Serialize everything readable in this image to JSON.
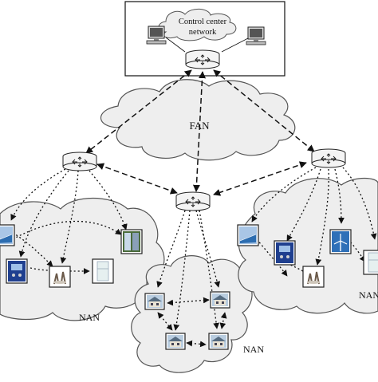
{
  "labels": {
    "control_center_line1": "Control center",
    "control_center_line2": "network",
    "fan": "FAN",
    "nan_left": "NAN",
    "nan_bottom": "NAN",
    "nan_right": "NAN"
  },
  "colors": {
    "cloud_fill": "#eeeeee",
    "cloud_stroke": "#555555",
    "router_fill": "#f4f4f4",
    "line": "#111111",
    "solar_panel": "#2b6cb0",
    "meter_blue": "#1f3f8f",
    "building_green": "#4a6b3a"
  },
  "icons": {
    "router": "router-icon",
    "computer": "computer-icon",
    "solar": "solar-panel-icon",
    "meter": "smart-meter-icon",
    "house": "house-icon",
    "wind": "wind-turbine-icon",
    "appliance": "appliance-icon",
    "building": "building-icon"
  }
}
